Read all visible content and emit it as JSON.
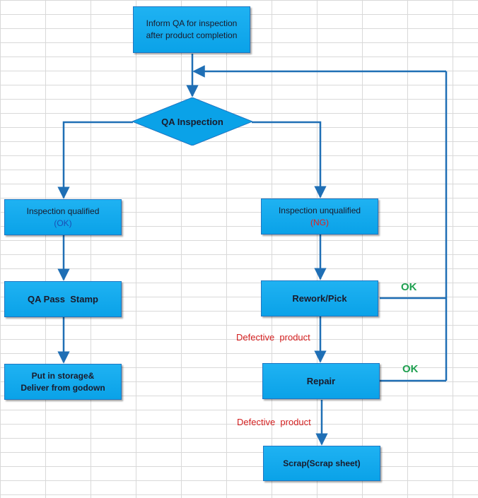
{
  "nodes": {
    "inform_qa": {
      "line1": "Inform QA for inspection",
      "line2": "after product completion"
    },
    "qa_inspection": {
      "label": "QA Inspection"
    },
    "inspection_qualified": {
      "line1": "Inspection qualified",
      "status": "(OK)"
    },
    "inspection_unqualified": {
      "line1": "Inspection unqualified",
      "status": "(NG)"
    },
    "qa_pass_stamp": {
      "label": "QA Pass  Stamp"
    },
    "rework_pick": {
      "label": "Rework/Pick"
    },
    "storage": {
      "line1": "Put in storage&",
      "line2": "Deliver from godown"
    },
    "repair": {
      "label": "Repair"
    },
    "scrap": {
      "label": "Scrap(Scrap sheet)"
    }
  },
  "edge_labels": {
    "defective_1": "Defective  product",
    "defective_2": "Defective  product",
    "ok_1": "OK",
    "ok_2": "OK"
  },
  "colors": {
    "box_fill": "#0aa2e8",
    "box_border": "#1f76c2",
    "connector": "#1f6fb5",
    "defective_label": "#d42020",
    "ok_label": "#1fa050",
    "ok_status": "#1a4fb5",
    "ng_status": "#e02020"
  }
}
